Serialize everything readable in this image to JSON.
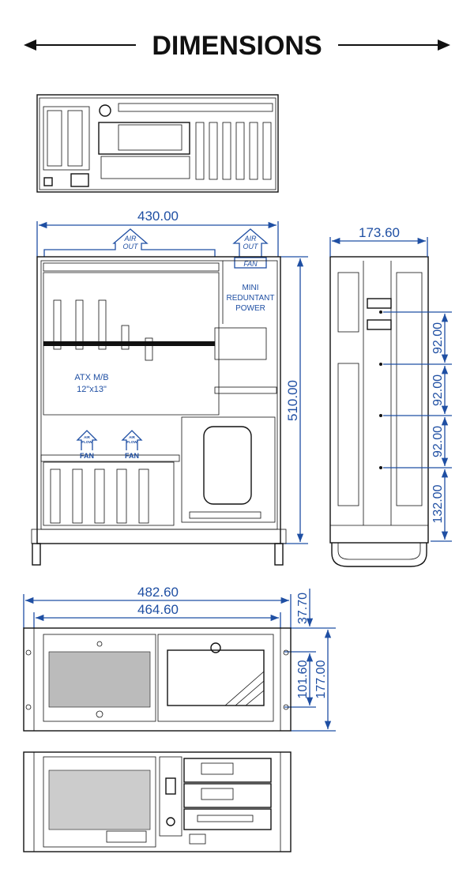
{
  "title": "DIMENSIONS",
  "colors": {
    "dimension": "#1f4fa3",
    "line": "#111111"
  },
  "top_view": {
    "width_dim": "430.00",
    "depth_dim": "510.00",
    "air_out_left": [
      "AIR",
      "OUT"
    ],
    "air_out_right": [
      "AIR",
      "OUT"
    ],
    "psu_fan": "FAN",
    "psu_label": [
      "MINI",
      "REDUNTANT",
      "POWER"
    ],
    "mb_label": [
      "ATX M/B",
      "12\"x13\""
    ],
    "air_flow": [
      "AIR",
      "FLOW"
    ],
    "fan_left": "FAN",
    "fan_right": "FAN"
  },
  "side_view": {
    "width_dim": "173.60",
    "spacings": [
      "92.00",
      "92.00",
      "92.00",
      "132.00"
    ]
  },
  "front_view": {
    "overall_width": "482.60",
    "inner_width": "464.60",
    "ear_height": "37.70",
    "hole_spacing": "101.60",
    "overall_height": "177.00"
  }
}
